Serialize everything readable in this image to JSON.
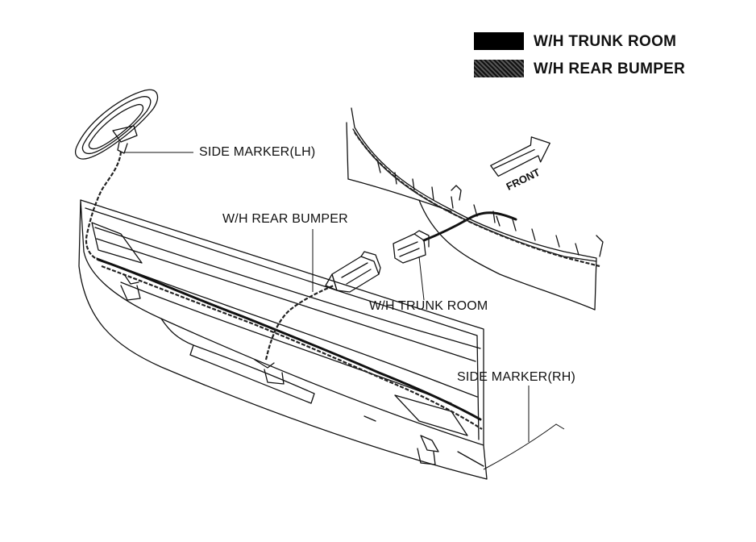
{
  "legend": {
    "items": [
      {
        "label": "W/H TRUNK ROOM",
        "swatch_color": "#000000",
        "pattern": "solid"
      },
      {
        "label": "W/H REAR BUMPER",
        "swatch_color": "#3a3a3a",
        "pattern": "stippled"
      }
    ]
  },
  "callouts": {
    "side_marker_lh": "SIDE MARKER(LH)",
    "wh_rear_bumper": "W/H REAR BUMPER",
    "wh_trunk_room": "W/H TRUNK ROOM",
    "side_marker_rh": "SIDE MARKER(RH)"
  },
  "direction_arrow": {
    "label": "FRONT"
  }
}
